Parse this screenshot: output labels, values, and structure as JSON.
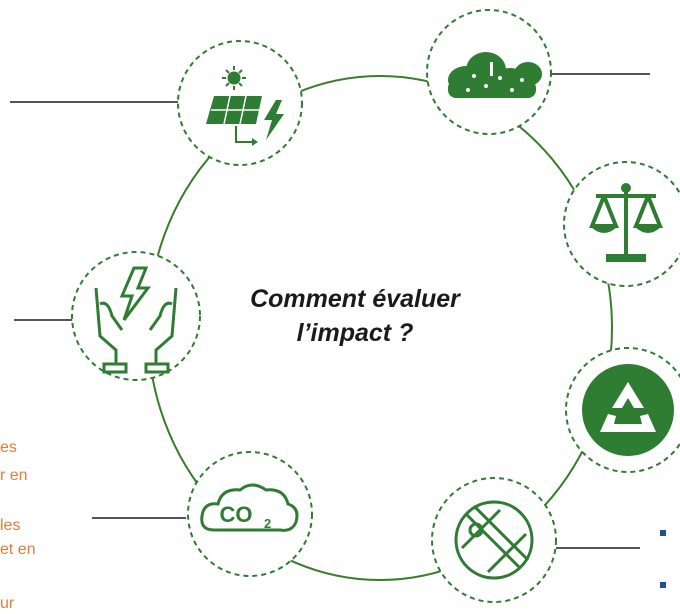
{
  "center": {
    "line1": "Comment évaluer",
    "line2": "l’impact ?"
  },
  "nodes": [
    {
      "icon": "solar-energy-icon"
    },
    {
      "icon": "pollution-cloud-icon"
    },
    {
      "icon": "balance-scale-icon"
    },
    {
      "icon": "recycle-icon"
    },
    {
      "icon": "land-use-map-icon"
    },
    {
      "icon": "co2-cloud-icon"
    },
    {
      "icon": "energy-hands-icon"
    }
  ],
  "left_fragments": [
    "es",
    "r en",
    "les",
    "et en",
    "ur"
  ],
  "colors": {
    "green": "#2e7d32",
    "ring": "#3a7d2c",
    "orange": "#e87a3a",
    "bullet": "#1f4e9a"
  }
}
